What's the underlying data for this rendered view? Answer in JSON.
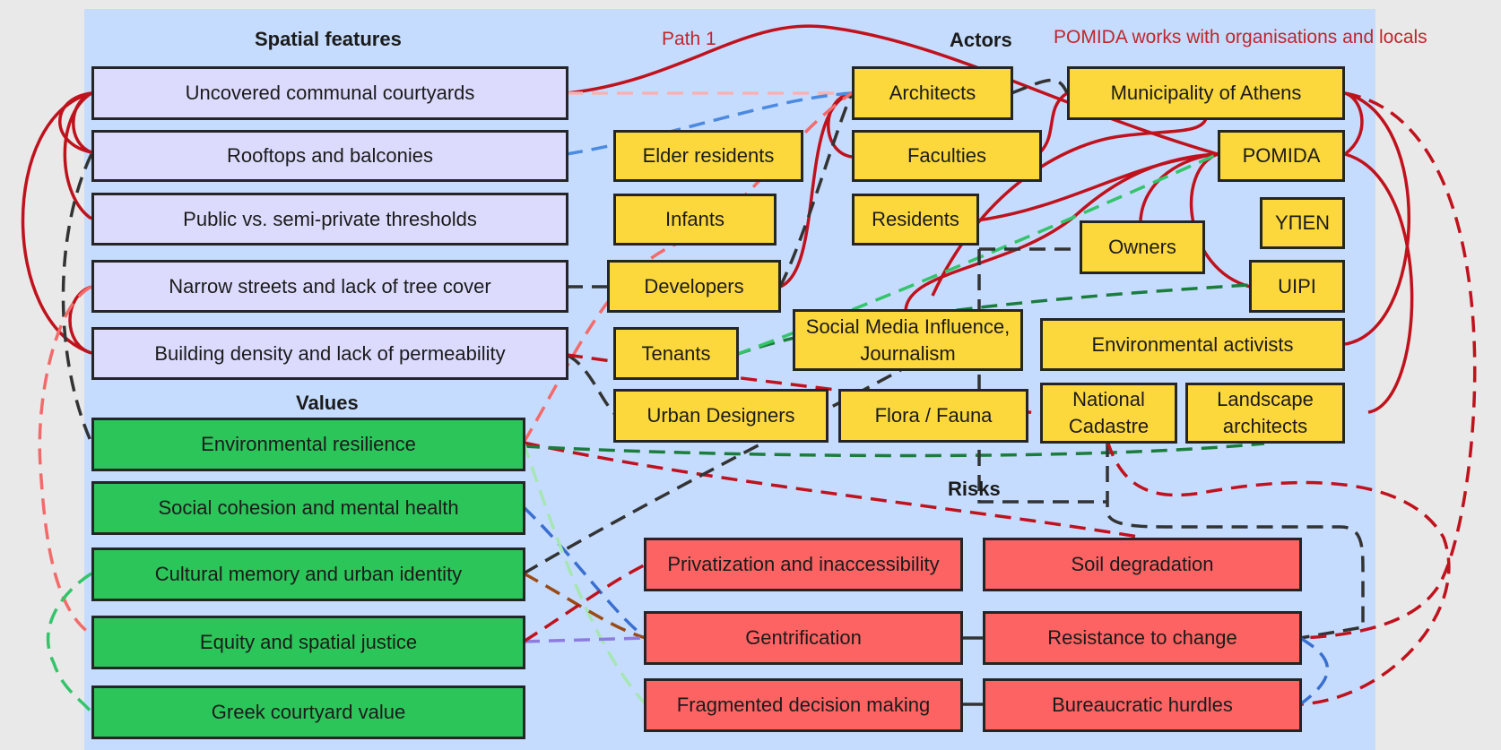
{
  "headers": {
    "spatial_features": "Spatial features",
    "values": "Values",
    "actors": "Actors",
    "risks": "Risks"
  },
  "notes": {
    "path1": "Path 1",
    "pomida": "POMIDA works with organisations and locals"
  },
  "spatial_features": [
    "Uncovered communal courtyards",
    "Rooftops and balconies",
    "Public vs. semi-private thresholds",
    "Narrow streets and lack of tree cover",
    "Building density and lack of permeability"
  ],
  "values": [
    "Environmental resilience",
    "Social cohesion and mental health",
    "Cultural memory and urban identity",
    "Equity and spatial justice",
    "Greek courtyard value"
  ],
  "actors": {
    "architects": "Architects",
    "municipality": "Municipality of Athens",
    "elder_residents": "Elder residents",
    "faculties": "Faculties",
    "pomida": "POMIDA",
    "infants": "Infants",
    "residents": "Residents",
    "owners": "Owners",
    "ypen": "ΥΠΕΝ",
    "developers": "Developers",
    "uipi": "UIPI",
    "social_media": "Social Media Influence, Journalism",
    "tenants": "Tenants",
    "env_activists": "Environmental activists",
    "urban_designers": "Urban Designers",
    "flora_fauna": "Flora / Fauna",
    "national_cadastre": "National Cadastre",
    "landscape_architects": "Landscape architects"
  },
  "risks": {
    "privatization": "Privatization and inaccessibility",
    "soil": "Soil degradation",
    "gentrification": "Gentrification",
    "resistance": "Resistance to change",
    "fragmented": "Fragmented decision making",
    "bureaucratic": "Bureaucratic hurdles"
  },
  "colors": {
    "panel": "#c5dcfe",
    "feature": "#dcdbfe",
    "value": "#2cc55a",
    "actor": "#fdd83d",
    "risk": "#fe6363",
    "link_red": "#c0121c",
    "link_dark": "#333333",
    "link_salmon": "#f26b6b",
    "link_blue": "#3a6fd0",
    "link_green": "#34c46a",
    "link_darkgreen": "#1b7d3c",
    "link_purple": "#8e7be0",
    "link_brown": "#9a4a14"
  }
}
